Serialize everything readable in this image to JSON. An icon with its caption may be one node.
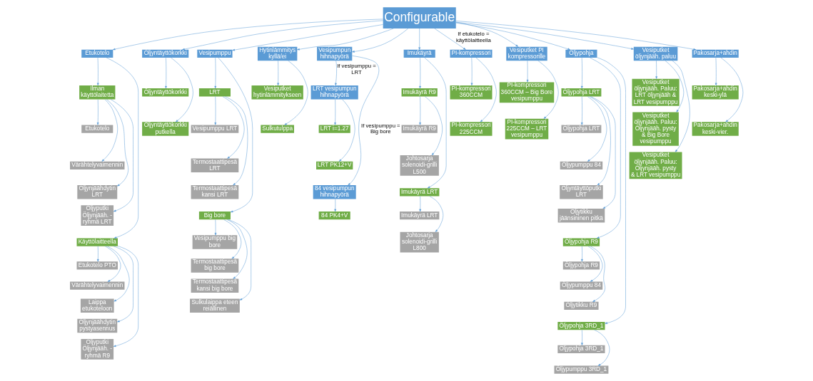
{
  "diagram": {
    "nodes": [
      {
        "text": [
          "Configurable"
        ]
      },
      {
        "text": [
          "Etukotelo"
        ]
      },
      {
        "text": [
          "Ilman käyttölaitetta"
        ]
      },
      {
        "text": [
          "Etukotelo"
        ]
      },
      {
        "text": [
          "Värähtelyvaimennin"
        ]
      },
      {
        "text": [
          "Öljynjäähdytin LRT"
        ]
      },
      {
        "text": [
          "Öljyputki Öljynjääh. - ryhmä LRT"
        ]
      },
      {
        "text": [
          "Käyttölaitteella"
        ]
      },
      {
        "text": [
          "Etukotelo PTO"
        ]
      },
      {
        "text": [
          "Värähtelyvaimennin"
        ]
      },
      {
        "text": [
          "Laippa etukoteloon"
        ]
      },
      {
        "text": [
          "Öljynjäähdytin pystyasennus"
        ]
      },
      {
        "text": [
          "Öljyputki Öljynjääh. - ryhmä R9"
        ]
      },
      {
        "text": [
          "Öljyntäyttökorkki"
        ]
      },
      {
        "text": [
          "Öljyntäyttökorkki"
        ]
      },
      {
        "text": [
          "Öljyntäyttökorkki putkella"
        ]
      },
      {
        "text": [
          "Vesipumppu"
        ]
      },
      {
        "text": [
          "LRT"
        ]
      },
      {
        "text": [
          "Vesipumppu LRT"
        ]
      },
      {
        "text": [
          "Termostaattipesä LRT"
        ]
      },
      {
        "text": [
          "Termostaattipesä kansi LRT"
        ]
      },
      {
        "text": [
          "Big bore"
        ]
      },
      {
        "text": [
          "Vesipumppu big bore"
        ]
      },
      {
        "text": [
          "Termostaattipesä big bore"
        ]
      },
      {
        "text": [
          "Termostaattipesä kansi big bore"
        ]
      },
      {
        "text": [
          "Sulkulaippa eteen reiällinen"
        ]
      },
      {
        "text": [
          "Hytinlämmitys kyllä/ei"
        ]
      },
      {
        "text": [
          "Vesiputket hytinlämmitykseen"
        ]
      },
      {
        "text": [
          "Sulkutulppa"
        ]
      },
      {
        "text": [
          "Vesipumpun hihnapyörä"
        ]
      },
      {
        "text": [
          "LRT vesipumpun hihnapyörä"
        ]
      },
      {
        "text": [
          "LRT i=1.27"
        ]
      },
      {
        "text": [
          "LRT PK12+V"
        ]
      },
      {
        "text": [
          "84 vesipumpun hihnapyörä"
        ]
      },
      {
        "text": [
          "84 PK4+V"
        ]
      },
      {
        "text": [
          "Imukäyrä"
        ]
      },
      {
        "text": [
          "Imukäyrä R9"
        ]
      },
      {
        "text": [
          "Imukäyrä R9"
        ]
      },
      {
        "text": [
          "Johtosarja solenoidi-grilli L500"
        ]
      },
      {
        "text": [
          "Imukäyrä LRT"
        ]
      },
      {
        "text": [
          "Imukäyrä LRT"
        ]
      },
      {
        "text": [
          "Johtosarja solenoidi-grilli L800"
        ]
      },
      {
        "text": [
          "PI-kompressori"
        ]
      },
      {
        "text": [
          "PI-kompressori 360CCM"
        ]
      },
      {
        "text": [
          "PI-kompressori 225CCM"
        ]
      },
      {
        "text": [
          "Vesiputket PI kompressorille"
        ]
      },
      {
        "text": [
          "PI-kompressori 360CCM – Big Bore vesipumppu"
        ]
      },
      {
        "text": [
          "PI-kompressori 225CCM – LRT vesipumppu"
        ]
      },
      {
        "text": [
          "Öljypohja"
        ]
      },
      {
        "text": [
          "Öljypohja LRT"
        ]
      },
      {
        "text": [
          "Öljypohja LRT"
        ]
      },
      {
        "text": [
          "Öljypumppu 84"
        ]
      },
      {
        "text": [
          "Öljyntäyttöputki LRT"
        ]
      },
      {
        "text": [
          "Öljytikku jäänsininen pitkä"
        ]
      },
      {
        "text": [
          "Öljypohja R9"
        ]
      },
      {
        "text": [
          "Öljypohja R9"
        ]
      },
      {
        "text": [
          "Öljypumppu 84"
        ]
      },
      {
        "text": [
          "Öljytikku R9"
        ]
      },
      {
        "text": [
          "Öljypohja 3RD_1"
        ]
      },
      {
        "text": [
          "Öljypohja 3RD_1"
        ]
      },
      {
        "text": [
          "Öljypumppu 3RD_1"
        ]
      },
      {
        "text": [
          "Vesiputket öljynjääh. paluu"
        ]
      },
      {
        "text": [
          "Vesiputket öljynjääh. Paluu: LRT öljynjääh & LRT vesipumppu"
        ]
      },
      {
        "text": [
          "Vesiputket öljynjääh. Paluu: Öljynjääh. pysty & Big Bore vesipumppu"
        ]
      },
      {
        "text": [
          "Vesiputket öljynjääh. Paluu: Öljynjääh. pysty & LRT vesipumppu"
        ]
      },
      {
        "text": [
          "Pakosarja+ahdin"
        ]
      },
      {
        "text": [
          "Pakosarja+ahdin keski-ylä"
        ]
      },
      {
        "text": [
          "Pakosarja+ahdin keski-vier."
        ]
      }
    ],
    "edges": [
      {
        "from": 0,
        "to": 1,
        "arrow": "to"
      },
      {
        "from": 0,
        "to": 13,
        "arrow": "to"
      },
      {
        "from": 0,
        "to": 16,
        "arrow": "to"
      },
      {
        "from": 0,
        "to": 26,
        "arrow": "to"
      },
      {
        "from": 0,
        "to": 29,
        "arrow": "to"
      },
      {
        "from": 0,
        "to": 35,
        "arrow": "to"
      },
      {
        "from": 0,
        "to": 42,
        "arrow": "to",
        "label": "If etukotelo = käyttölaitteella"
      },
      {
        "from": 0,
        "to": 45,
        "arrow": "to"
      },
      {
        "from": 0,
        "to": 48,
        "arrow": "to"
      },
      {
        "from": 0,
        "to": 61,
        "arrow": "to"
      },
      {
        "from": 0,
        "to": 65,
        "arrow": "to"
      },
      {
        "from": 1,
        "to": 2,
        "arrow": "to"
      },
      {
        "from": 2,
        "to": 3,
        "arrow": "to"
      },
      {
        "from": 2,
        "to": 4,
        "arrow": "to"
      },
      {
        "from": 2,
        "to": 5,
        "arrow": "to"
      },
      {
        "from": 2,
        "to": 6,
        "arrow": "to"
      },
      {
        "from": 1,
        "to": 7,
        "arrow": "to"
      },
      {
        "from": 7,
        "to": 8,
        "arrow": "to"
      },
      {
        "from": 7,
        "to": 9,
        "arrow": "to"
      },
      {
        "from": 7,
        "to": 10,
        "arrow": "to"
      },
      {
        "from": 7,
        "to": 11,
        "arrow": "to"
      },
      {
        "from": 7,
        "to": 12,
        "arrow": "to"
      },
      {
        "from": 13,
        "to": 14,
        "arrow": "to"
      },
      {
        "from": 13,
        "to": 15,
        "arrow": "to"
      },
      {
        "from": 16,
        "to": 17,
        "arrow": "to"
      },
      {
        "from": 17,
        "to": 18,
        "arrow": "to"
      },
      {
        "from": 17,
        "to": 19,
        "arrow": "to"
      },
      {
        "from": 17,
        "to": 20,
        "arrow": "to"
      },
      {
        "from": 16,
        "to": 21,
        "arrow": "to"
      },
      {
        "from": 21,
        "to": 22,
        "arrow": "to"
      },
      {
        "from": 21,
        "to": 23,
        "arrow": "to"
      },
      {
        "from": 21,
        "to": 24,
        "arrow": "to"
      },
      {
        "from": 21,
        "to": 25,
        "arrow": "to"
      },
      {
        "from": 26,
        "to": 27,
        "arrow": "to"
      },
      {
        "from": 26,
        "to": 28,
        "arrow": "to"
      },
      {
        "from": 29,
        "to": 30,
        "arrow": "to",
        "label": "If vesipumppu = LRT"
      },
      {
        "from": 30,
        "to": 31,
        "arrow": "to"
      },
      {
        "from": 30,
        "to": 32,
        "arrow": "to"
      },
      {
        "from": 29,
        "to": 33,
        "arrow": "to",
        "label": "If vesipumppu = Big bore"
      },
      {
        "from": 33,
        "to": 34,
        "arrow": "to"
      },
      {
        "from": 35,
        "to": 36,
        "arrow": "to"
      },
      {
        "from": 36,
        "to": 37,
        "arrow": "to"
      },
      {
        "from": 36,
        "to": 38,
        "arrow": "to"
      },
      {
        "from": 35,
        "to": 39,
        "arrow": "to"
      },
      {
        "from": 39,
        "to": 40,
        "arrow": "to"
      },
      {
        "from": 39,
        "to": 41,
        "arrow": "to"
      },
      {
        "from": 42,
        "to": 43,
        "arrow": "to"
      },
      {
        "from": 42,
        "to": 44,
        "arrow": "to"
      },
      {
        "from": 45,
        "to": 46,
        "arrow": "to"
      },
      {
        "from": 45,
        "to": 47,
        "arrow": "to"
      },
      {
        "from": 48,
        "to": 49,
        "arrow": "to"
      },
      {
        "from": 49,
        "to": 50,
        "arrow": "to"
      },
      {
        "from": 49,
        "to": 51,
        "arrow": "to"
      },
      {
        "from": 49,
        "to": 52,
        "arrow": "to"
      },
      {
        "from": 49,
        "to": 53,
        "arrow": "to"
      },
      {
        "from": 48,
        "to": 54,
        "arrow": "to"
      },
      {
        "from": 54,
        "to": 55,
        "arrow": "to"
      },
      {
        "from": 54,
        "to": 56,
        "arrow": "to"
      },
      {
        "from": 54,
        "to": 57,
        "arrow": "to"
      },
      {
        "from": 48,
        "to": 58,
        "arrow": "to"
      },
      {
        "from": 58,
        "to": 59,
        "arrow": "to"
      },
      {
        "from": 58,
        "to": 60,
        "arrow": "to"
      },
      {
        "from": 61,
        "to": 62,
        "arrow": "to"
      },
      {
        "from": 61,
        "to": 63,
        "arrow": "to"
      },
      {
        "from": 61,
        "to": 64,
        "arrow": "to"
      },
      {
        "from": 65,
        "to": 66,
        "arrow": "to"
      },
      {
        "from": 65,
        "to": 67,
        "arrow": "to"
      }
    ]
  }
}
